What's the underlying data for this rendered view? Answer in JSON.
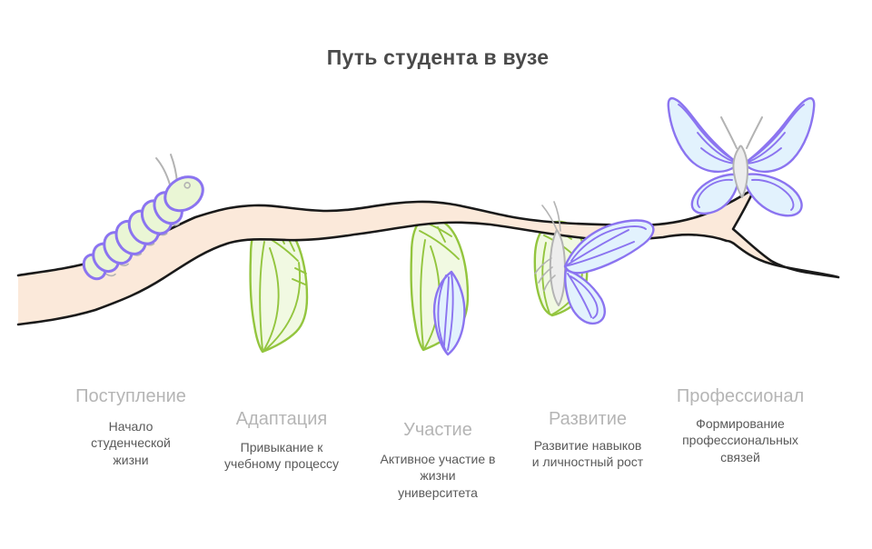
{
  "title": "Путь студента в вузе",
  "stages": [
    {
      "id": "admission",
      "label": "Поступление",
      "description": "Начало\nстуденческой\nжизни",
      "icon": "caterpillar-icon"
    },
    {
      "id": "adaptation",
      "label": "Адаптация",
      "description": "Привыкание к\nучебному процессу",
      "icon": "chrysalis-icon"
    },
    {
      "id": "participation",
      "label": "Участие",
      "description": "Активное участие в\nжизни\nуниверситета",
      "icon": "chrysalis-wing-icon"
    },
    {
      "id": "development",
      "label": "Развитие",
      "description": "Развитие навыков\nи личностный рост",
      "icon": "emerging-butterfly-icon"
    },
    {
      "id": "professional",
      "label": "Профессионал",
      "description": "Формирование\nпрофессиональных\nсвязей",
      "icon": "butterfly-icon"
    }
  ],
  "colors": {
    "background": "#ffffff",
    "title_text": "#4a4a4a",
    "stage_title_text": "#b5b5b5",
    "stage_description_text": "#595959",
    "branch_fill": "#fbe9da",
    "branch_outline": "#1a1a1a",
    "pod_fill": "#f1f9e2",
    "green_fill": "#eaf6d5",
    "green_outline": "#93c53e",
    "purple_outline": "#8b74f0",
    "blue_fill": "#e2f2fd",
    "gray_detail": "#b3b3b3",
    "body_fill": "#ededed"
  }
}
